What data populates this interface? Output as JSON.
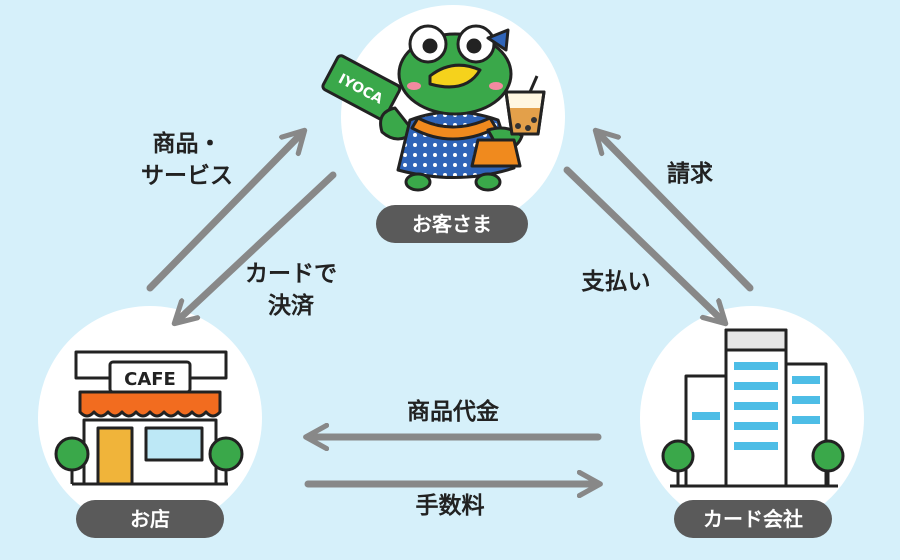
{
  "nodes": {
    "customer": {
      "label": "お客さま"
    },
    "store": {
      "label": "お店",
      "sign": "CAFE"
    },
    "card_company": {
      "label": "カード会社"
    }
  },
  "mascot": {
    "card_text": "IYOCA"
  },
  "flows": {
    "goods_services": [
      "商品・",
      "サービス"
    ],
    "card_payment": [
      "カードで",
      "決済"
    ],
    "billing": "請求",
    "payment": "支払い",
    "product_fee": "商品代金",
    "commission": "手数料"
  },
  "colors": {
    "background": "#d6f0fa",
    "arrow": "#888888",
    "pill": "#5a5a5a",
    "mascot_green": "#3aa84a",
    "awning_orange": "#f26c1f",
    "building_blue": "#4dbde6"
  }
}
